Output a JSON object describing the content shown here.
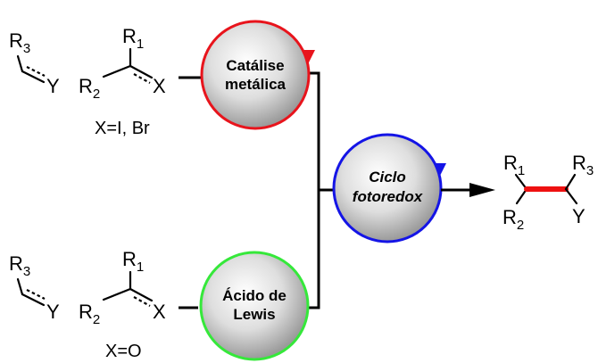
{
  "colors": {
    "metal": "#e8141c",
    "lewis": "#35e83a",
    "photoredox": "#1414e6",
    "new_bond": "#ee1111"
  },
  "reactant_top": {
    "alkene": {
      "r3": "R",
      "r3_sub": "3",
      "y": "Y"
    },
    "partner": {
      "r1": "R",
      "r1_sub": "1",
      "r2": "R",
      "r2_sub": "2",
      "x": "X"
    },
    "condition": "X=I, Br"
  },
  "reactant_bottom": {
    "alkene": {
      "r3": "R",
      "r3_sub": "3",
      "y": "Y"
    },
    "partner": {
      "r1": "R",
      "r1_sub": "1",
      "r2": "R",
      "r2_sub": "2",
      "x": "X"
    },
    "condition": "X=O"
  },
  "catalysts": {
    "metal": {
      "line1": "Catálise",
      "line2": "metálica"
    },
    "lewis": {
      "line1": "Ácido de",
      "line2": "Lewis"
    },
    "photoredox": {
      "line1": "Ciclo",
      "line2": "fotoredox"
    }
  },
  "product": {
    "r1": "R",
    "r1_sub": "1",
    "r2": "R",
    "r2_sub": "2",
    "r3": "R",
    "r3_sub": "3",
    "y": "Y"
  },
  "icons": [
    "cycle-arrow-icon",
    "reaction-arrow-icon"
  ]
}
